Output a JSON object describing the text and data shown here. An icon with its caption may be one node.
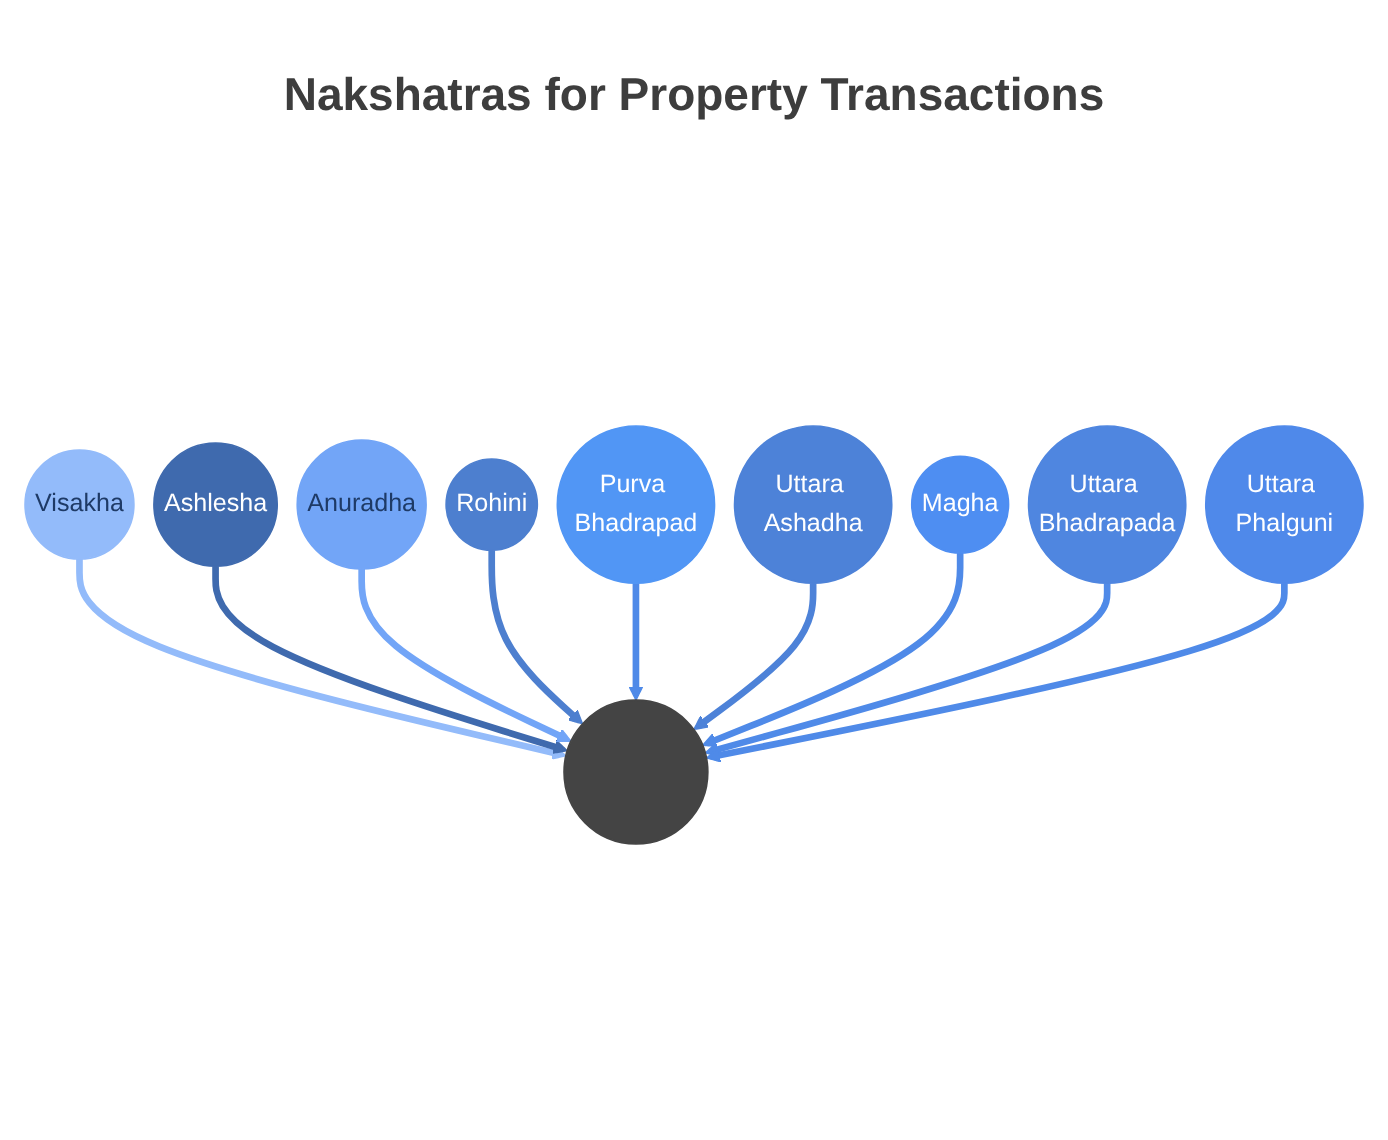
{
  "diagram": {
    "title": "Nakshatras for Property Transactions",
    "nodes": [
      {
        "text": [
          "Visakha"
        ]
      },
      {
        "text": [
          "Ashlesha"
        ]
      },
      {
        "text": [
          "Anuradha"
        ]
      },
      {
        "text": [
          "Rohini"
        ]
      },
      {
        "text": [],
        "shape": "circle"
      },
      {
        "text": [
          "Purva Bhadrapad"
        ]
      },
      {
        "text": [
          "Uttara Ashadha"
        ]
      },
      {
        "text": [
          "Magha"
        ]
      },
      {
        "text": [
          "Uttara Bhadrapada"
        ]
      },
      {
        "text": [
          "Uttara Phalguni"
        ]
      }
    ],
    "edges": [
      {
        "from": 0,
        "to": 4,
        "arrow": "to",
        "color": "#93bbfa"
      },
      {
        "from": 1,
        "to": 4,
        "arrow": "to",
        "color": "#3f6aae"
      },
      {
        "from": 2,
        "to": 4,
        "arrow": "to",
        "color": "#72a5f7"
      },
      {
        "from": 3,
        "to": 4,
        "arrow": "to",
        "color": "#4d7fcf"
      },
      {
        "from": 5,
        "to": 4,
        "arrow": "to"
      },
      {
        "from": 6,
        "to": 4,
        "arrow": "to",
        "color": "#4d82d8"
      },
      {
        "from": 7,
        "to": 4,
        "arrow": "to"
      },
      {
        "from": 8,
        "to": 4,
        "arrow": "to"
      },
      {
        "from": 9,
        "to": 4,
        "arrow": "to"
      }
    ]
  }
}
